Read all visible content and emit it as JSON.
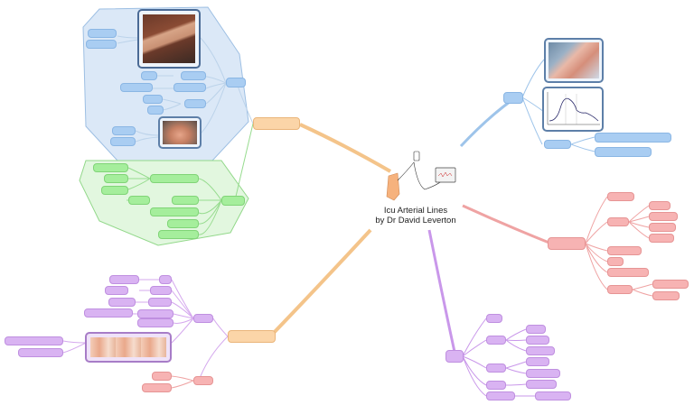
{
  "central_topic": {
    "title_line1": "Icu Arterial Lines",
    "title_line2": "by Dr David Leverton"
  },
  "colors": {
    "blue": "#a9cdf2",
    "green": "#a5ee9c",
    "pink": "#f7b3b3",
    "purple": "#d9b3f2",
    "orange": "#fbd5a8",
    "blue_region": "#dbe8f7",
    "green_region": "#e2f7df"
  },
  "branches": [
    {
      "name": "top-left-branch",
      "color": "orange"
    },
    {
      "name": "top-right-branch",
      "color": "blue"
    },
    {
      "name": "right-branch",
      "color": "pink"
    },
    {
      "name": "bottom-branch",
      "color": "purple"
    },
    {
      "name": "bottom-left-branch",
      "color": "orange"
    }
  ],
  "icons": [
    "arm-illustration-icon",
    "monitor-icon",
    "pressure-bag-icon"
  ]
}
